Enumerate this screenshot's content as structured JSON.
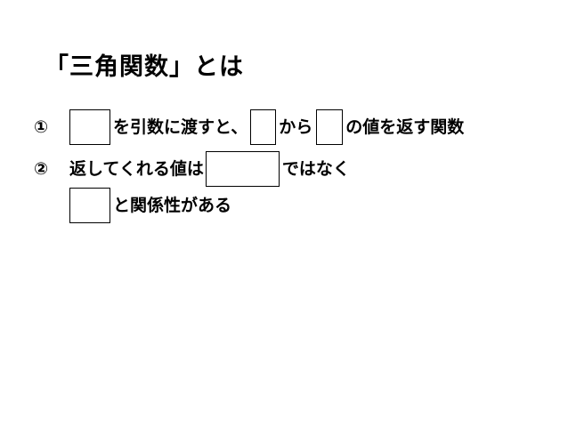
{
  "title": "「三角関数」とは",
  "items": [
    {
      "marker": "①",
      "after_blank1": "を引数に渡すと、",
      "after_blank2": "から",
      "after_blank3": "の値を返す関数"
    },
    {
      "marker": "②",
      "text_before": "返してくれる値は",
      "text_after": "ではなく",
      "continuation": "と関係性がある"
    }
  ]
}
